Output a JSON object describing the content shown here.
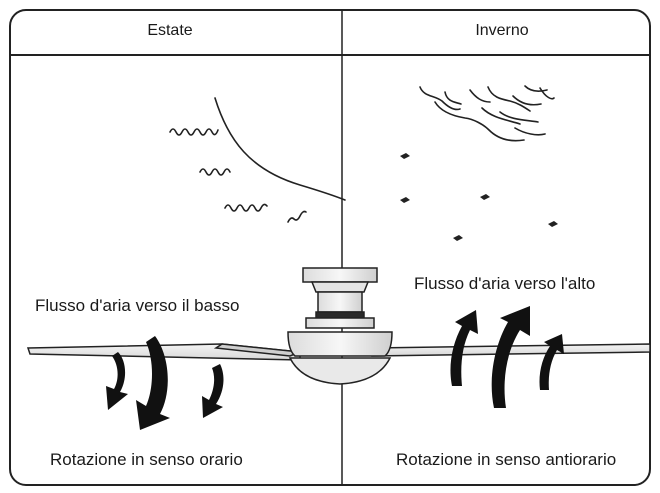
{
  "panels": {
    "summer": {
      "header": "Estate",
      "airflow": "Flusso d'aria verso il basso",
      "rotation": "Rotazione in senso orario"
    },
    "winter": {
      "header": "Inverno",
      "airflow": "Flusso d'aria verso l'alto",
      "rotation": "Rotazione in senso antiorario"
    }
  },
  "icons": {
    "summer_air": "wavy-air-lines-icon",
    "winter_air": "rising-warm-air-icon",
    "fan": "ceiling-fan-icon",
    "arrows_down": "curved-arrow-down-icon",
    "arrows_up": "curved-arrow-up-icon"
  }
}
